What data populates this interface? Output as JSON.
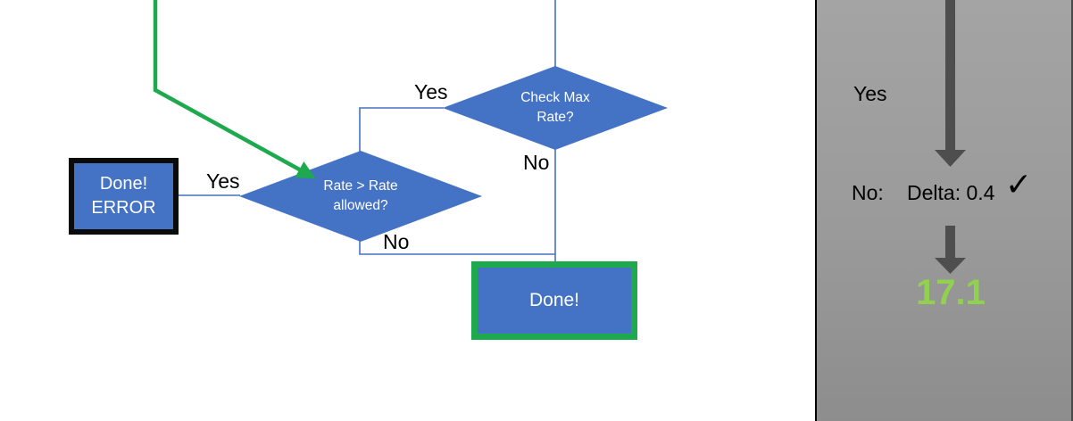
{
  "flowchart": {
    "check_max_diamond": {
      "label": "Check Max Rate?",
      "yes_label": "Yes",
      "no_label": "No"
    },
    "rate_diamond": {
      "label": "Rate > Rate allowed?",
      "yes_label": "Yes",
      "no_label": "No"
    },
    "error_box": {
      "line1": "Done!",
      "line2": "ERROR"
    },
    "done_box": {
      "label": "Done!"
    }
  },
  "side_panel": {
    "yes_label": "Yes",
    "no_label": "No:",
    "delta_label": "Delta: 0.4",
    "check_icon": "✓",
    "result_value": "17.1"
  },
  "colors": {
    "shape_blue": "#4472C4",
    "connector_blue": "#4472C4",
    "highlight_green": "#1FA94E",
    "result_green": "#92D050",
    "arrow_gray": "#4E4E4E",
    "panel_gray_top": "#A4A4A4",
    "panel_gray_bottom": "#8D8D8D",
    "error_border": "#0B0B0B"
  }
}
